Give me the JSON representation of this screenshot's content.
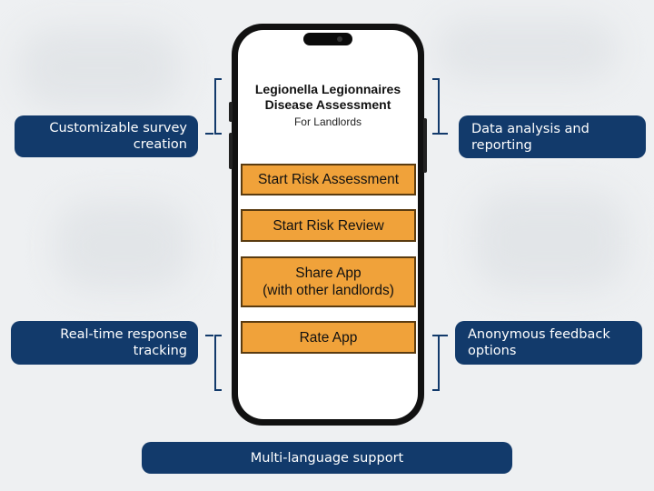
{
  "features": {
    "top_left": "Customizable survey\ncreation",
    "mid_left": "Real-time response\ntracking",
    "top_right": "Data analysis and\nreporting",
    "mid_right": "Anonymous feedback\noptions",
    "bottom": "Multi-language support"
  },
  "app": {
    "title": "Legionella Legionnaires\nDisease Assessment",
    "subtitle": "For Landlords",
    "buttons": {
      "start_risk_assessment": "Start Risk Assessment",
      "start_risk_review": "Start Risk Review",
      "share_app": "Share App\n(with other landlords)",
      "rate_app": "Rate App"
    }
  },
  "colors": {
    "pill": "#123a6b",
    "button": "#f0a23a",
    "background": "#eef0f2"
  }
}
